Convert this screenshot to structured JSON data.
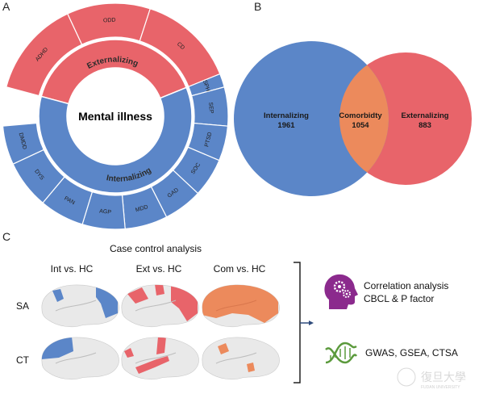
{
  "panels": {
    "a": "A",
    "b": "B",
    "c": "C"
  },
  "colors": {
    "externalizing": "#e8646a",
    "internalizing": "#5b86c8",
    "comorbidity": "#ec8a5c",
    "purple_icon": "#8b2a8d",
    "dna_green": "#5b9a3c"
  },
  "sunburst": {
    "center": "Mental illness",
    "inner_ring": {
      "externalizing": "Externalizing",
      "internalizing": "Internalizing"
    },
    "outer_segments": [
      "ADHD",
      "ODD",
      "CD",
      "SPH",
      "SEP",
      "PTSD",
      "SOC",
      "GAD",
      "MDD",
      "AGP",
      "PAN",
      "DYS",
      "DMDD"
    ]
  },
  "venn": {
    "internalizing": {
      "label": "Internalizing",
      "count": "1961"
    },
    "comorbidity": {
      "label": "Comorbidty",
      "count": "1054"
    },
    "externalizing": {
      "label": "Externalizing",
      "count": "883"
    }
  },
  "panel_c": {
    "title": "Case control analysis",
    "columns": [
      "Int vs. HC",
      "Ext vs. HC",
      "Com vs. HC"
    ],
    "rows": [
      "SA",
      "CT"
    ],
    "analysis_1": [
      "Correlation analysis",
      "CBCL & P factor"
    ],
    "analysis_2": "GWAS, GSEA, CTSA",
    "icons": {
      "brain_gears": "head-gears-icon",
      "dna": "dna-icon"
    }
  },
  "watermark": {
    "text": "復旦大學",
    "subtext": "FUDAN UNIVERSITY"
  }
}
